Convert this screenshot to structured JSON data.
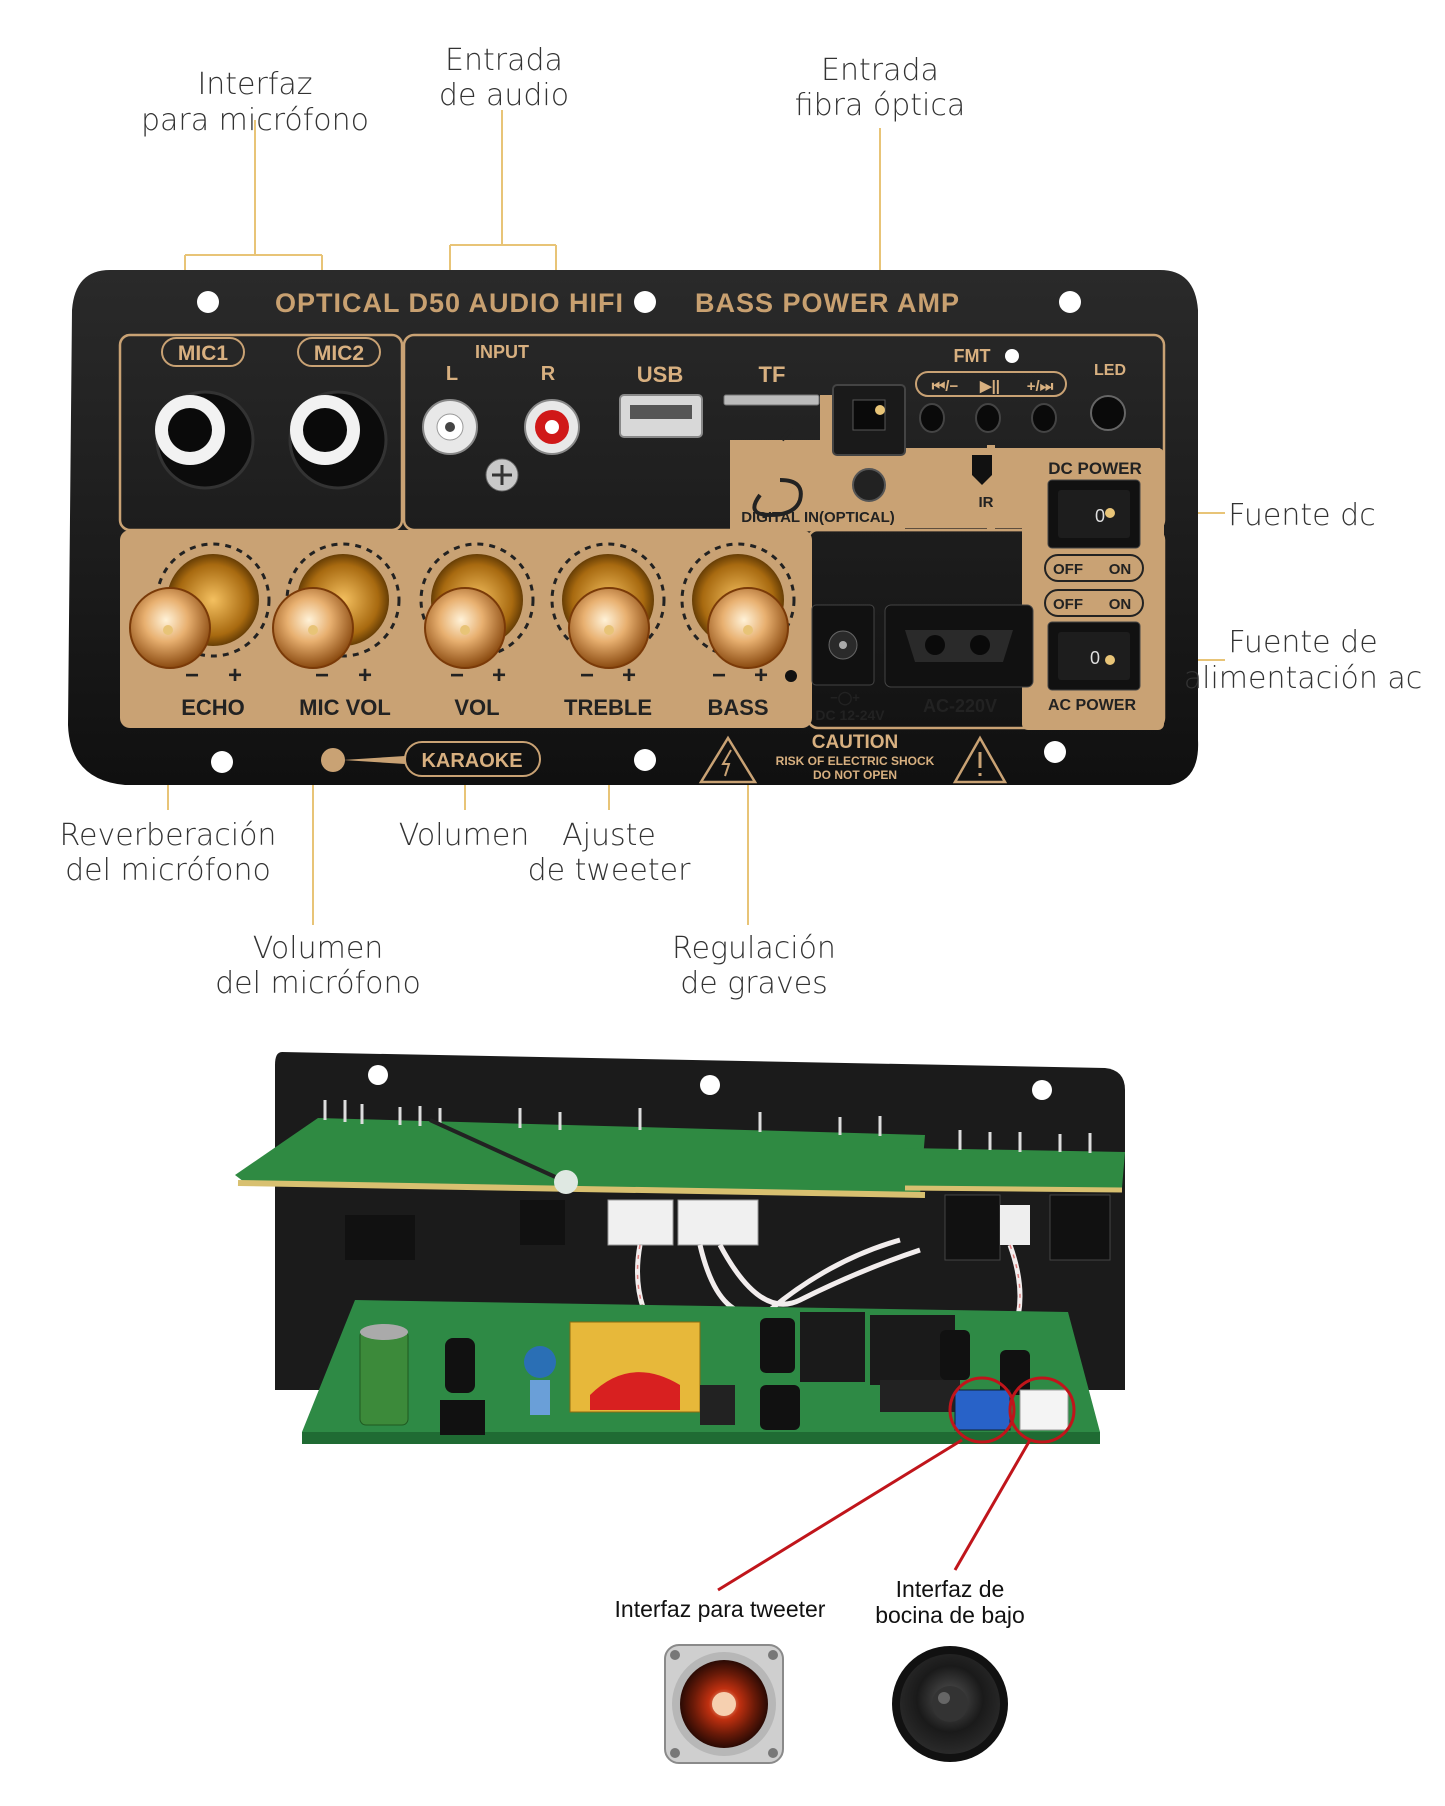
{
  "panel": {
    "title_left": "OPTICAL D50 AUDIO HIFI",
    "title_right": "BASS POWER AMP",
    "mic1": "MIC1",
    "mic2": "MIC2",
    "input": "INPUT",
    "input_l": "L",
    "input_r": "R",
    "usb": "USB",
    "tf": "TF",
    "fmt": "FMT",
    "led": "LED",
    "prev_label": "⏮/−",
    "play_label": "▶||",
    "next_label": "+/⏭",
    "digital_in": "DIGITAL  IN(OPTICAL)",
    "ir": "IR",
    "dc_power": "DC POWER",
    "switch_zero": "0",
    "off": "OFF",
    "on": "ON",
    "echo": "ECHO",
    "mic_vol": "MIC VOL",
    "vol": "VOL",
    "treble": "TREBLE",
    "bass": "BASS",
    "minus": "−",
    "plus": "+",
    "dc_range": "DC 12-24V",
    "dc_polarity": "−◯+",
    "ac_220v": "AC-220V",
    "ac_power": "AC POWER",
    "karaoke": "KARAOKE",
    "caution": "CAUTION",
    "risk": "RISK OF ELECTRIC SHOCK",
    "do_not_open": "DO NOT OPEN"
  },
  "callouts": {
    "mic_interface_1": "Interfaz",
    "mic_interface_2": "para micrófono",
    "audio_input_1": "Entrada",
    "audio_input_2": "de audio",
    "optical_1": "Entrada",
    "optical_2": "fibra óptica",
    "dc_source": "Fuente dc",
    "ac_source_1": "Fuente de",
    "ac_source_2": "alimentación ac",
    "reverb_1": "Reverberación",
    "reverb_2": "del micrófono",
    "mic_volume_1": "Volumen",
    "mic_volume_2": "del micrófono",
    "volume": "Volumen",
    "tweeter_adj_1": "Ajuste",
    "tweeter_adj_2": "de tweeter",
    "bass_reg_1": "Regulación",
    "bass_reg_2": "de graves",
    "tweeter_interface": "Interfaz para tweeter",
    "woofer_interface_1": "Interfaz de",
    "woofer_interface_2": "bocina de bajo"
  },
  "colors": {
    "panel_black": "#1a1a1a",
    "gold": "#c9a274",
    "callout_line": "#e8c477",
    "red_circle": "#c0151b",
    "pcb_green": "#2e8a45"
  }
}
